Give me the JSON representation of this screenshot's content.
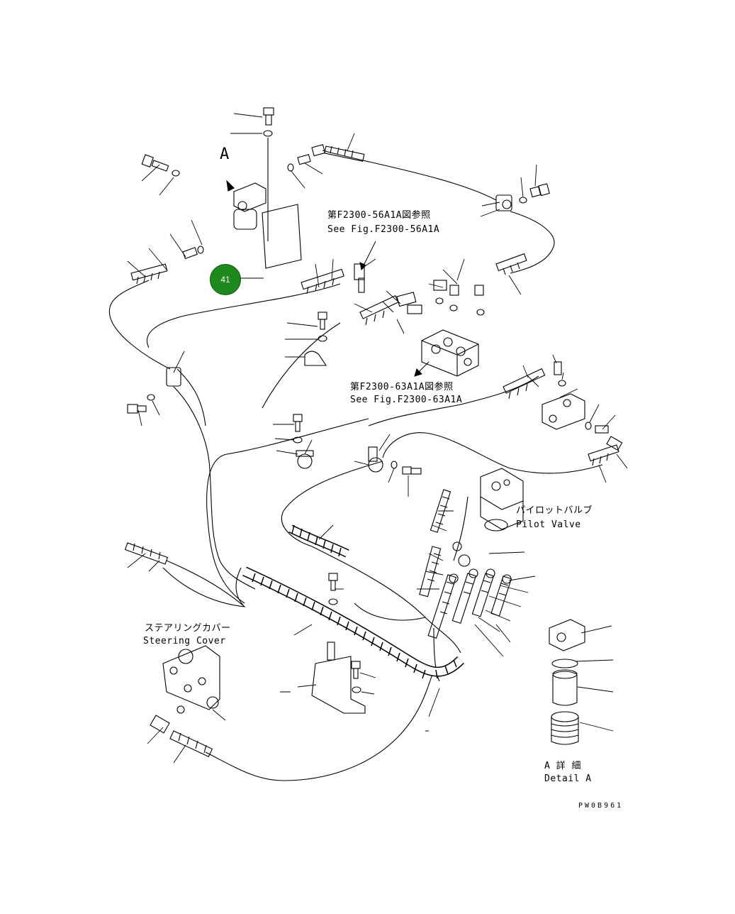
{
  "view_label": "A",
  "callout": {
    "number": "41",
    "color": "#1e8a1e"
  },
  "references": [
    {
      "jp": "第F2300-56A1A図参照",
      "en": "See Fig.F2300-56A1A"
    },
    {
      "jp": "第F2300-63A1A図参照",
      "en": "See Fig.F2300-63A1A"
    }
  ],
  "components": {
    "pilot_valve": {
      "jp": "パイロットバルブ",
      "en": "Pilot Valve"
    },
    "steering_cover": {
      "jp": "ステアリングカバー",
      "en": "Steering Cover"
    }
  },
  "detail": {
    "jp": "A 詳 細",
    "en": "Detail A"
  },
  "drawing_code": "PW0B961"
}
